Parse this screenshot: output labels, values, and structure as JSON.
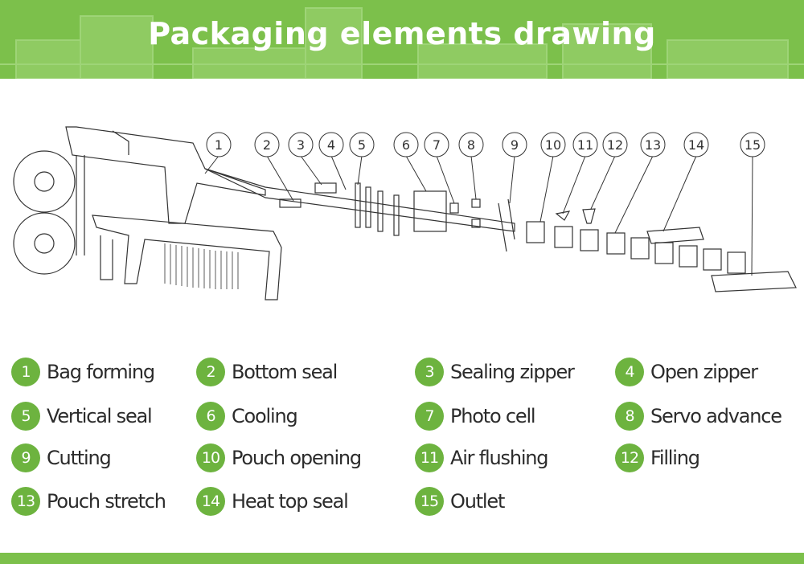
{
  "header": {
    "title": "Packaging elements drawing"
  },
  "callouts": [
    "1",
    "2",
    "3",
    "4",
    "5",
    "6",
    "7",
    "8",
    "9",
    "10",
    "11",
    "12",
    "13",
    "14",
    "15"
  ],
  "legend": [
    {
      "num": "1",
      "label": "Bag forming"
    },
    {
      "num": "2",
      "label": "Bottom seal"
    },
    {
      "num": "3",
      "label": "Sealing zipper"
    },
    {
      "num": "4",
      "label": "Open zipper"
    },
    {
      "num": "5",
      "label": "Vertical seal"
    },
    {
      "num": "6",
      "label": "Cooling"
    },
    {
      "num": "7",
      "label": "Photo cell"
    },
    {
      "num": "8",
      "label": "Servo advance"
    },
    {
      "num": "9",
      "label": "Cutting"
    },
    {
      "num": "10",
      "label": "Pouch opening"
    },
    {
      "num": "11",
      "label": "Air flushing"
    },
    {
      "num": "12",
      "label": "Filling"
    },
    {
      "num": "13",
      "label": "Pouch stretch"
    },
    {
      "num": "14",
      "label": "Heat top seal"
    },
    {
      "num": "15",
      "label": "Outlet"
    }
  ],
  "colors": {
    "accent": "#7cc04b",
    "badge": "#6db33f",
    "line": "#333333"
  }
}
